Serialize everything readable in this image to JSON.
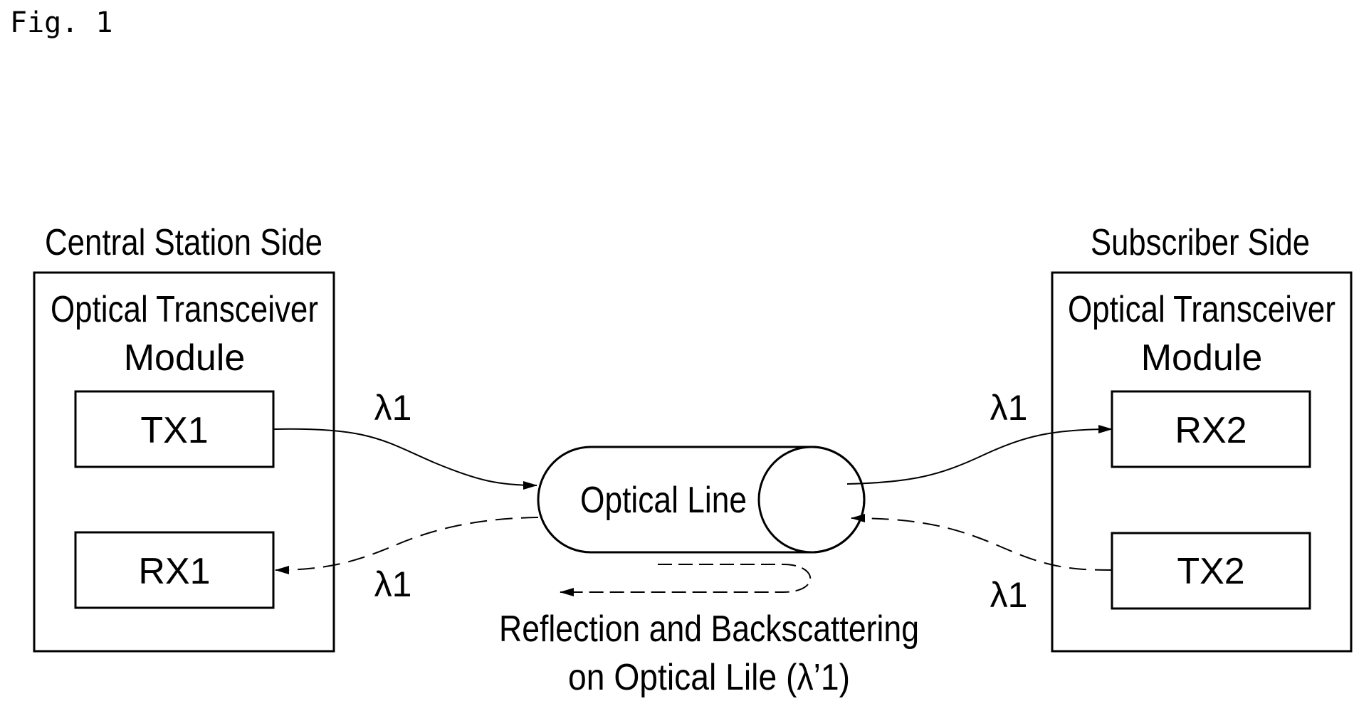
{
  "figure_label": "Fig. 1",
  "left": {
    "side_title": "Central Station Side",
    "module_line1": "Optical Transceiver",
    "module_line2": "Module",
    "tx": "TX1",
    "rx": "RX1"
  },
  "right": {
    "side_title": "Subscriber Side",
    "module_line1": "Optical Transceiver",
    "module_line2": "Module",
    "rx": "RX2",
    "tx": "TX2"
  },
  "optical_line": "Optical Line",
  "wavelengths": {
    "tx1_out": "λ1",
    "rx1_in": "λ1",
    "rx2_in": "λ1",
    "tx2_out": "λ1"
  },
  "reflection_line1": "Reflection and Backscattering",
  "reflection_line2": "on Optical Lile (λ’1)"
}
